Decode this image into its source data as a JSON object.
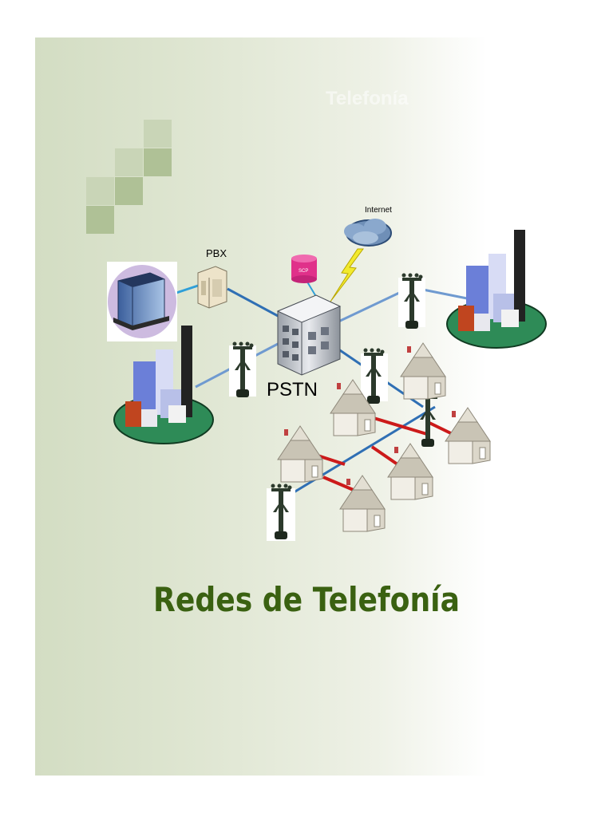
{
  "page": {
    "ghost_heading": "Telefonía",
    "title": "Redes de Telefonía"
  },
  "diagram": {
    "pstn_label": "PSTN",
    "pbx_label": "PBX",
    "internet_label": "Internet",
    "scp_label": "SCP"
  },
  "colors": {
    "title_green": "#3a6111",
    "link_blue": "#2f6fb4",
    "link_red": "#cc1a1a",
    "house_roof": "#c04040",
    "scp_pink": "#e0318a"
  }
}
